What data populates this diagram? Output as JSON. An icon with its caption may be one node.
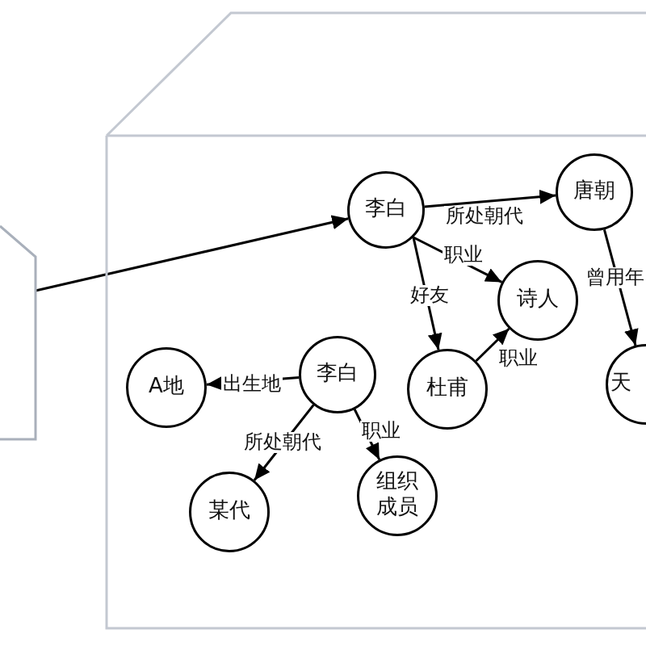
{
  "diagram": {
    "nodes": [
      {
        "text": [],
        "shape": "pentagon"
      },
      {
        "text": [],
        "shape": "box"
      },
      {
        "text": [
          "李白"
        ],
        "in": 1
      },
      {
        "text": [
          "唐朝"
        ],
        "in": 1
      },
      {
        "text": [
          "诗人"
        ],
        "in": 1
      },
      {
        "text": [
          "杜甫"
        ],
        "in": 1
      },
      {
        "text": [
          "天"
        ],
        "in": 1
      },
      {
        "text": [
          "A地"
        ],
        "in": 1
      },
      {
        "text": [
          "李白"
        ],
        "in": 1
      },
      {
        "text": [
          "某代"
        ],
        "in": 1
      },
      {
        "text": [
          "组织成员"
        ],
        "in": 1
      }
    ],
    "edges": [
      {
        "from": 0,
        "to": 2,
        "arrow": "to"
      },
      {
        "from": 2,
        "to": 3,
        "arrow": "to",
        "label": "所处朝代"
      },
      {
        "from": 2,
        "to": 4,
        "arrow": "to",
        "label": "职业"
      },
      {
        "from": 2,
        "to": 5,
        "arrow": "to",
        "label": "好友"
      },
      {
        "from": 5,
        "to": 4,
        "arrow": "to",
        "label": "职业"
      },
      {
        "from": 3,
        "to": 6,
        "arrow": "to",
        "label": "曾用年"
      },
      {
        "from": 8,
        "to": 7,
        "arrow": "to",
        "label": "出生地"
      },
      {
        "from": 8,
        "to": 9,
        "arrow": "to",
        "label": "所处朝代"
      },
      {
        "from": 8,
        "to": 10,
        "arrow": "to",
        "label": "职业"
      }
    ]
  }
}
